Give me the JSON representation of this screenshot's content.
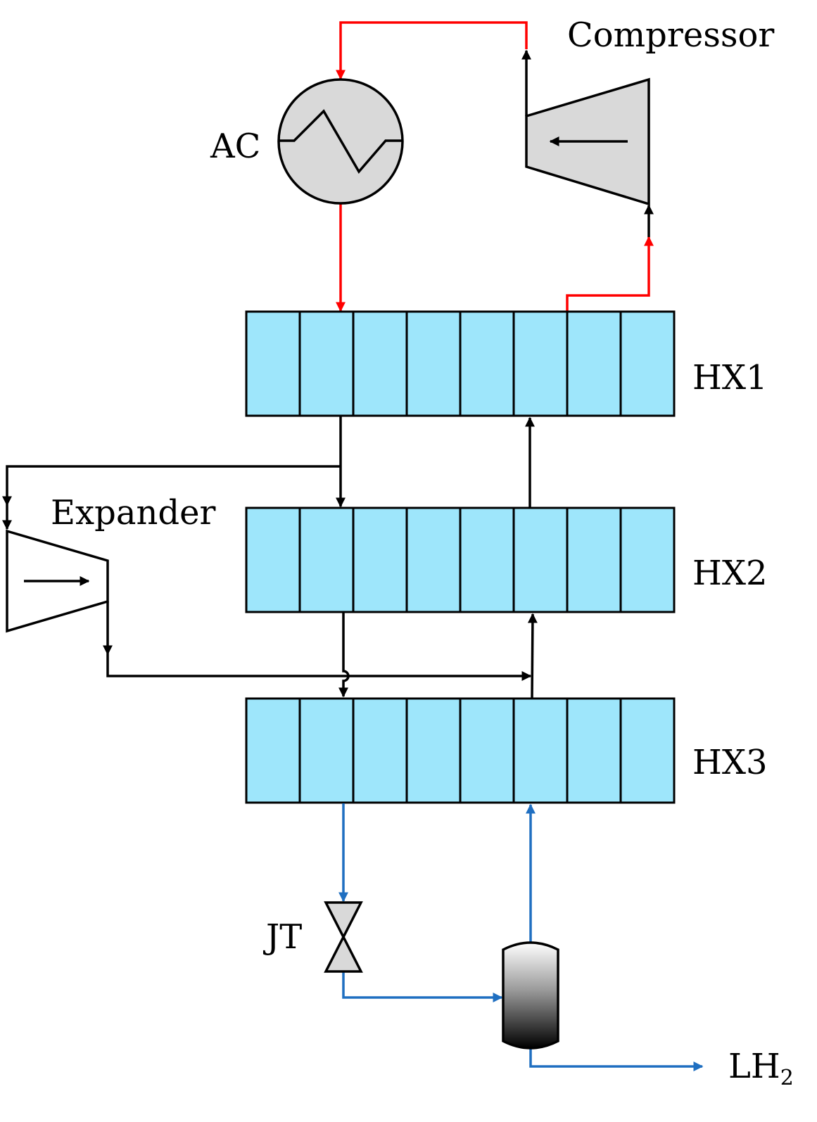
{
  "labels": {
    "compressor": "Compressor",
    "ac": "AC",
    "hx1": "HX1",
    "hx2": "HX2",
    "hx3": "HX3",
    "expander": "Expander",
    "jt": "JT",
    "product_main": "LH",
    "product_sub": "2"
  },
  "colors": {
    "warm_stream": "#ff0000",
    "cold_stream": "#1f6fc1",
    "process_stream": "#000000",
    "heat_exchanger_fill": "#9ee6fb",
    "equipment_fill": "#d9d9d9"
  }
}
